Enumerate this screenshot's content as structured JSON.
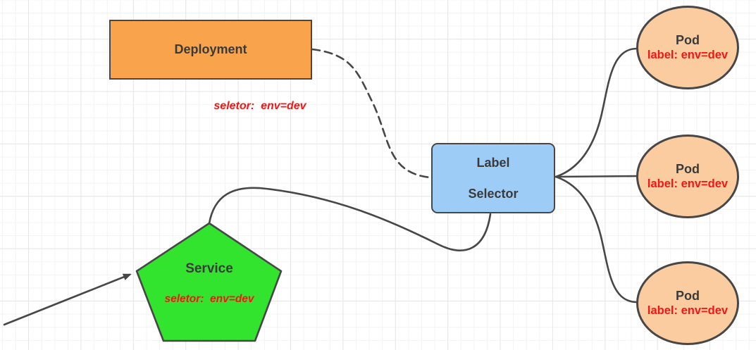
{
  "deployment": {
    "label": "Deployment",
    "selector_note": "seletor:  env=dev"
  },
  "label_selector": {
    "line1": "Label",
    "line2": "Selector"
  },
  "service": {
    "label": "Service",
    "selector_note": "seletor:  env=dev"
  },
  "pods": [
    {
      "label": "Pod",
      "sublabel": "label: env=dev"
    },
    {
      "label": "Pod",
      "sublabel": "label: env=dev"
    },
    {
      "label": "Pod",
      "sublabel": "label: env=dev"
    }
  ],
  "colors": {
    "deployment_fill": "#F9A34C",
    "pod_fill": "#FACCA0",
    "selector_fill": "#9DCDF7",
    "service_fill": "#33E42F",
    "note_red": "#F91414",
    "text_dark": "#3A3A3A",
    "stroke": "#474747"
  }
}
